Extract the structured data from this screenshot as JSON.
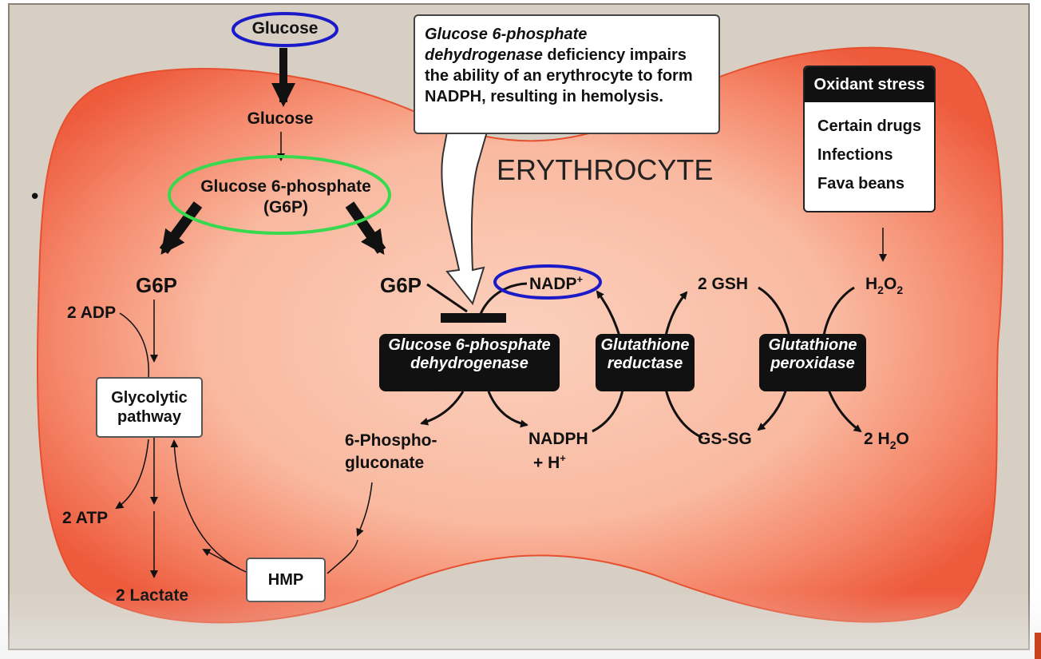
{
  "callout": {
    "enzyme_italic": "Glucose 6-phosphate dehydrogenase",
    "text": "deficiency impairs the ability of an erythrocyte to form NADPH, resulting in hemolysis."
  },
  "cell_label": "ERYTHROCYTE",
  "oxidant_stress": {
    "title": "Oxidant stress",
    "items": [
      "Certain drugs",
      "Infections",
      "Fava beans"
    ]
  },
  "metabolites": {
    "glucose_outside": "Glucose",
    "glucose_inside": "Glucose",
    "g6p_line1": "Glucose 6-phosphate",
    "g6p_line2": "(G6P)",
    "g6p_left": "G6P",
    "g6p_right": "G6P",
    "adp": "2 ADP",
    "atp": "2 ATP",
    "lactate": "2 Lactate",
    "phosphogluconate_line1": "6-Phospho-",
    "phosphogluconate_line2": "gluconate",
    "nadp": "NADP",
    "nadp_sup": "+",
    "nadph_line1": "NADPH",
    "nadph_line2": "+ H",
    "nadph_sup": "+",
    "gsh": "2 GSH",
    "gssg": "GS-SG",
    "h2o2_a": "H",
    "h2o2_sub1": "2",
    "h2o2_b": "O",
    "h2o2_sub2": "2",
    "h2o_a": "2 H",
    "h2o_sub": "2",
    "h2o_b": "O"
  },
  "boxes": {
    "glycolytic_line1": "Glycolytic",
    "glycolytic_line2": "pathway",
    "hmp": "HMP"
  },
  "enzymes": {
    "g6pd_line1": "Glucose 6-phosphate",
    "g6pd_line2": "dehydrogenase",
    "gr_line1": "Glutathione",
    "gr_line2": "reductase",
    "gpx_line1": "Glutathione",
    "gpx_line2": "peroxidase"
  },
  "bullet": "•",
  "colors": {
    "cell_outer": "#f26d50",
    "cell_inner": "#fbc8b2",
    "highlight_blue": "#1a1ac8",
    "highlight_green": "#39d94f",
    "background": "#d8cfc4"
  }
}
